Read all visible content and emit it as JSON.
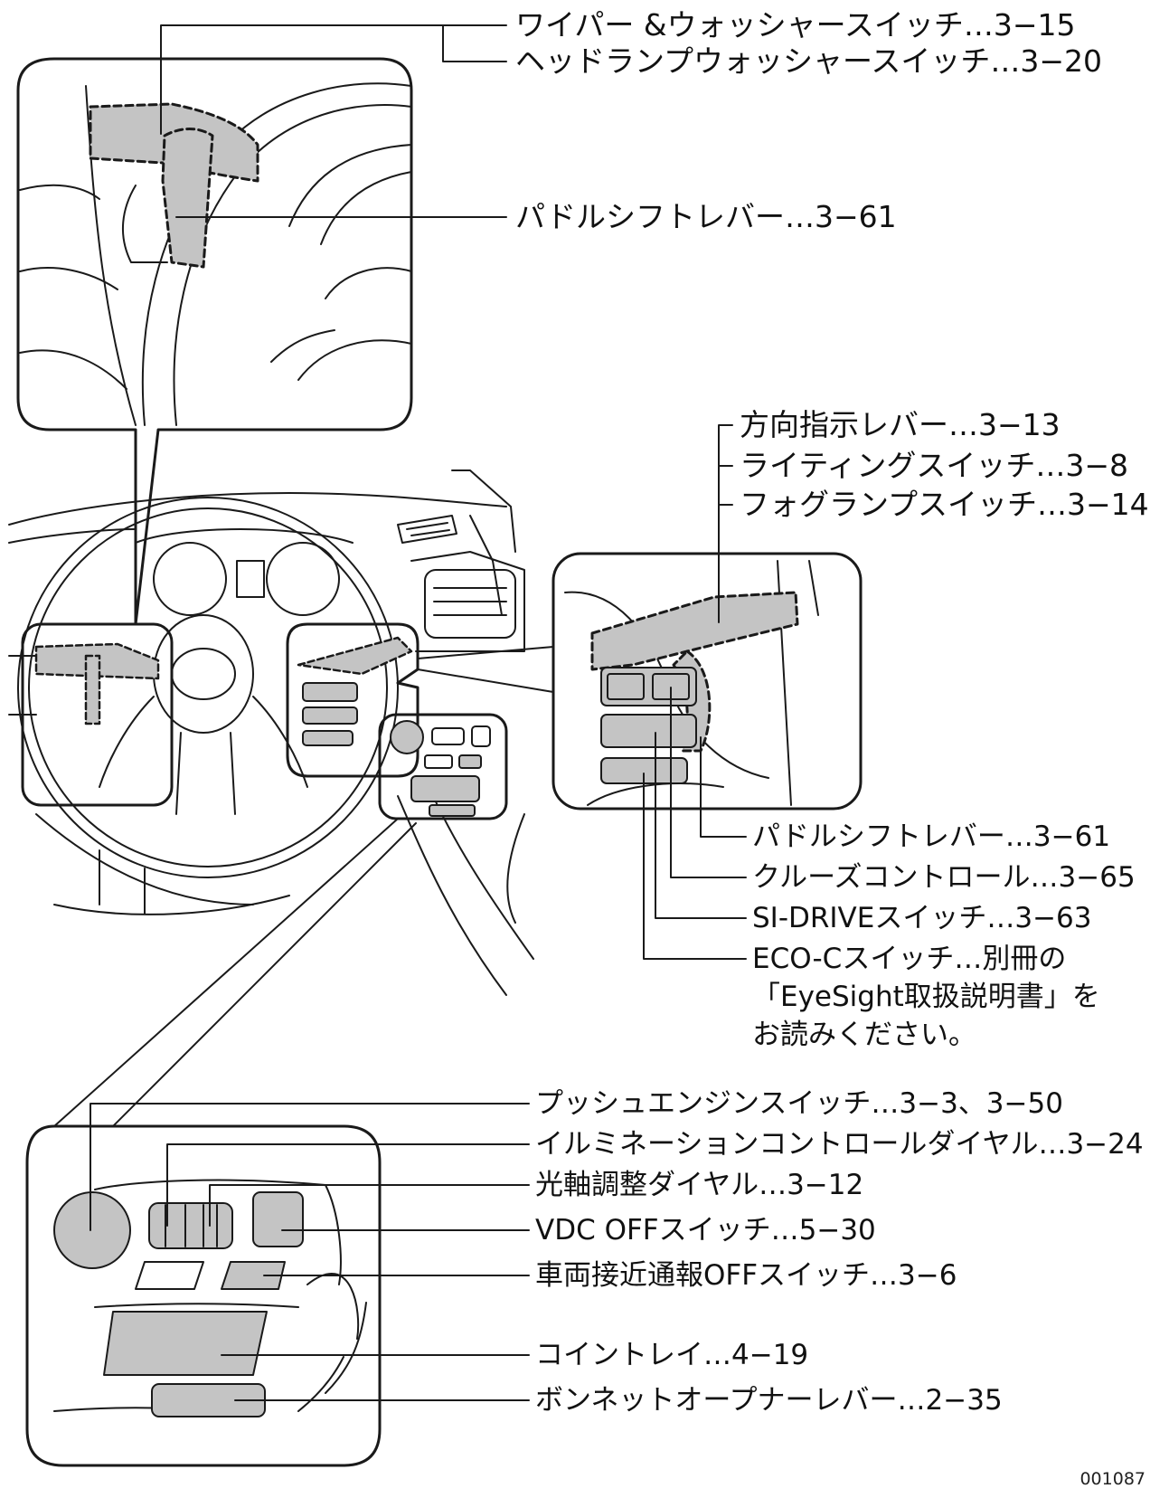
{
  "labels": {
    "wiper": "ワイパー &ウォッシャースイッチ…3−15",
    "headlamp_washer": "ヘッドランプウォッシャースイッチ…3−20",
    "paddle_left": "パドルシフトレバー…3−61",
    "turn_signal": "方向指示レバー…3−13",
    "lighting": "ライティングスイッチ…3−8",
    "fog": "フォグランプスイッチ…3−14",
    "paddle_right": "パドルシフトレバー…3−61",
    "cruise": "クルーズコントロール…3−65",
    "si_drive": "SI-DRIVEスイッチ…3−63",
    "eco_c_1": "ECO-Cスイッチ…別冊の",
    "eco_c_2": "「EyeSight取扱説明書」を",
    "eco_c_3": "お読みください。",
    "push_engine": "プッシュエンジンスイッチ…3−3、3−50",
    "illumination": "イルミネーションコントロールダイヤル…3−24",
    "beam_level": "光軸調整ダイヤル…3−12",
    "vdc": "VDC OFFスイッチ…5−30",
    "approach": "車両接近通報OFFスイッチ…3−6",
    "coin_tray": "コイントレイ…4−19",
    "bonnet": "ボンネットオープナーレバー…2−35"
  },
  "figure_code": "001087",
  "colors": {
    "line": "#1a1a1a",
    "shade": "#c4c4c4",
    "shade_dark": "#a9a9a9"
  }
}
